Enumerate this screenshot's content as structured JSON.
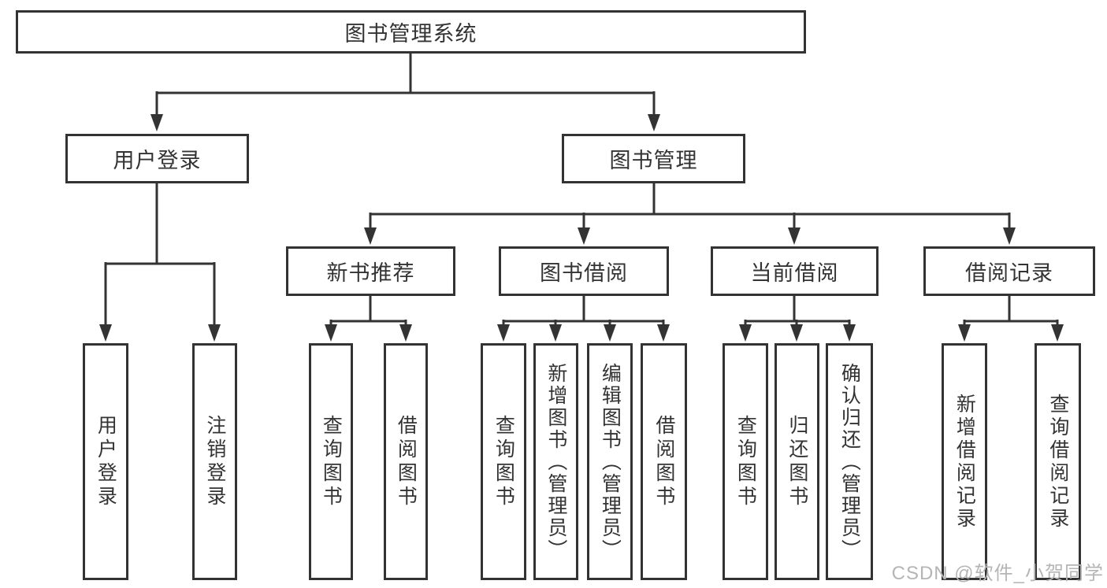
{
  "diagram_title": "图书管理系统",
  "tree": {
    "root": {
      "label": "图书管理系统"
    },
    "branches": [
      {
        "label": "用户登录",
        "children": [
          {
            "label": "用户登录"
          },
          {
            "label": "注销登录"
          }
        ]
      },
      {
        "label": "图书管理",
        "children": [
          {
            "label": "新书推荐",
            "children": [
              {
                "label": "查询图书"
              },
              {
                "label": "借阅图书"
              }
            ]
          },
          {
            "label": "图书借阅",
            "children": [
              {
                "label": "查询图书"
              },
              {
                "label": "新增图书（管理员）"
              },
              {
                "label": "编辑图书（管理员）"
              },
              {
                "label": "借阅图书"
              }
            ]
          },
          {
            "label": "当前借阅",
            "children": [
              {
                "label": "查询图书"
              },
              {
                "label": "归还图书"
              },
              {
                "label": "确认归还（管理员）"
              }
            ]
          },
          {
            "label": "借阅记录",
            "children": [
              {
                "label": "新增借阅记录"
              },
              {
                "label": "查询借阅记录"
              }
            ]
          }
        ]
      }
    ]
  },
  "watermark": {
    "text": "CSDN @软件_小贺同学"
  },
  "colors": {
    "line": "#333333",
    "box_border": "#333333",
    "text": "#333333",
    "watermark": "#b5b5b5",
    "background": "#ffffff"
  }
}
